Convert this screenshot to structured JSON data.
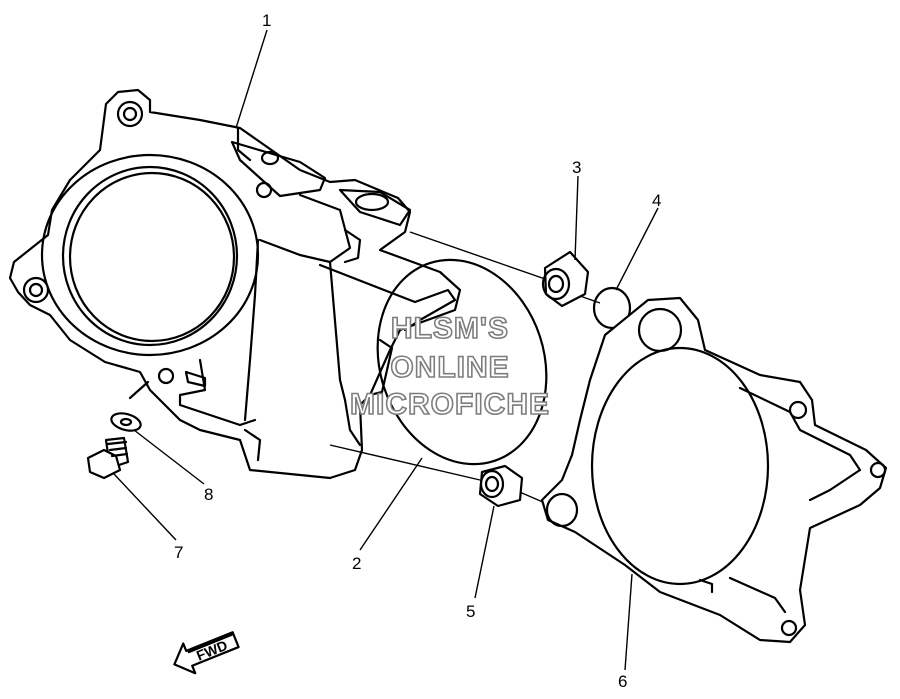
{
  "callouts": {
    "c1": "1",
    "c2": "2",
    "c3": "3",
    "c4": "4",
    "c5": "5",
    "c6": "6",
    "c7": "7",
    "c8": "8"
  },
  "watermark": {
    "line1": "HLSM'S",
    "line2": "ONLINE",
    "line3": "MICROFICHE"
  },
  "direction_arrow": {
    "label": "FWD",
    "icon": "fwd-arrow-icon"
  }
}
